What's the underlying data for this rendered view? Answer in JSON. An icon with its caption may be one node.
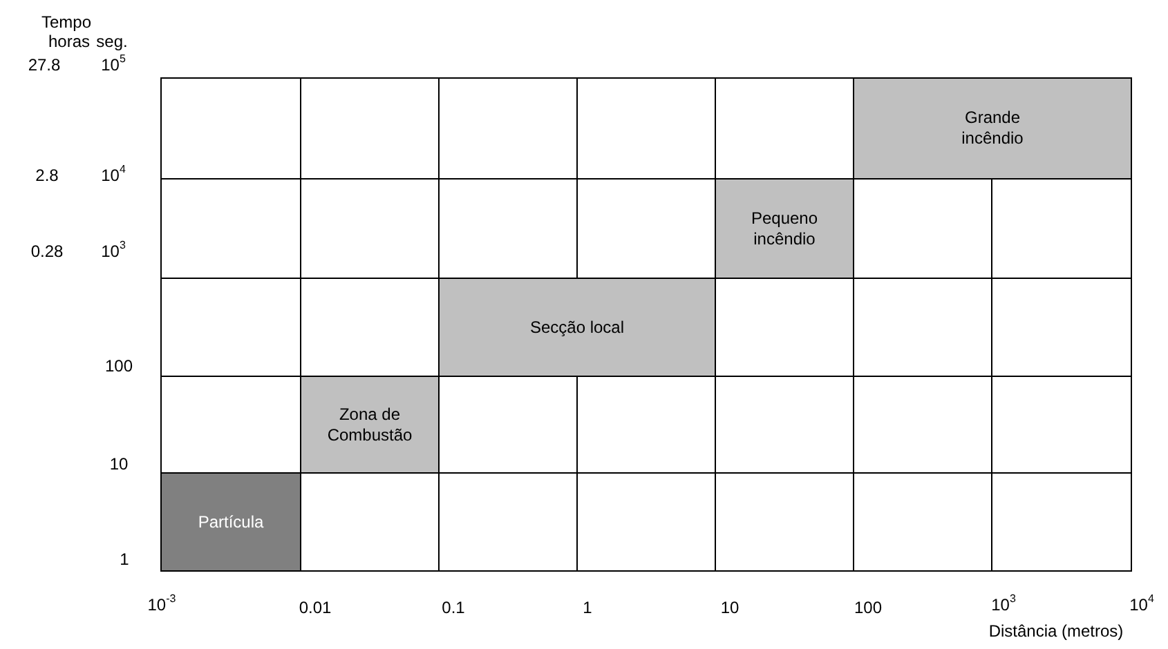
{
  "diagram": {
    "nodes": [
      {
        "text": [
          "Grande incêndio"
        ]
      },
      {
        "text": [
          "Pequeno incêndio"
        ]
      },
      {
        "text": [
          "Secção local"
        ]
      },
      {
        "text": [
          "Zona de Combustão"
        ]
      },
      {
        "text": [
          "Partícula"
        ]
      }
    ],
    "labels": [
      "Tempo",
      "horas",
      "seg.",
      "27.8",
      "10$^{5}$",
      "2.8",
      "10$^{4}$",
      "0.28",
      "10$^{3}$",
      "100",
      "10",
      "1",
      "10$^{-3}$",
      "0.01",
      "0.1",
      "1",
      "10",
      "100",
      "10$^{3}$",
      "10$^{4}$",
      "Distância (metros)"
    ]
  }
}
